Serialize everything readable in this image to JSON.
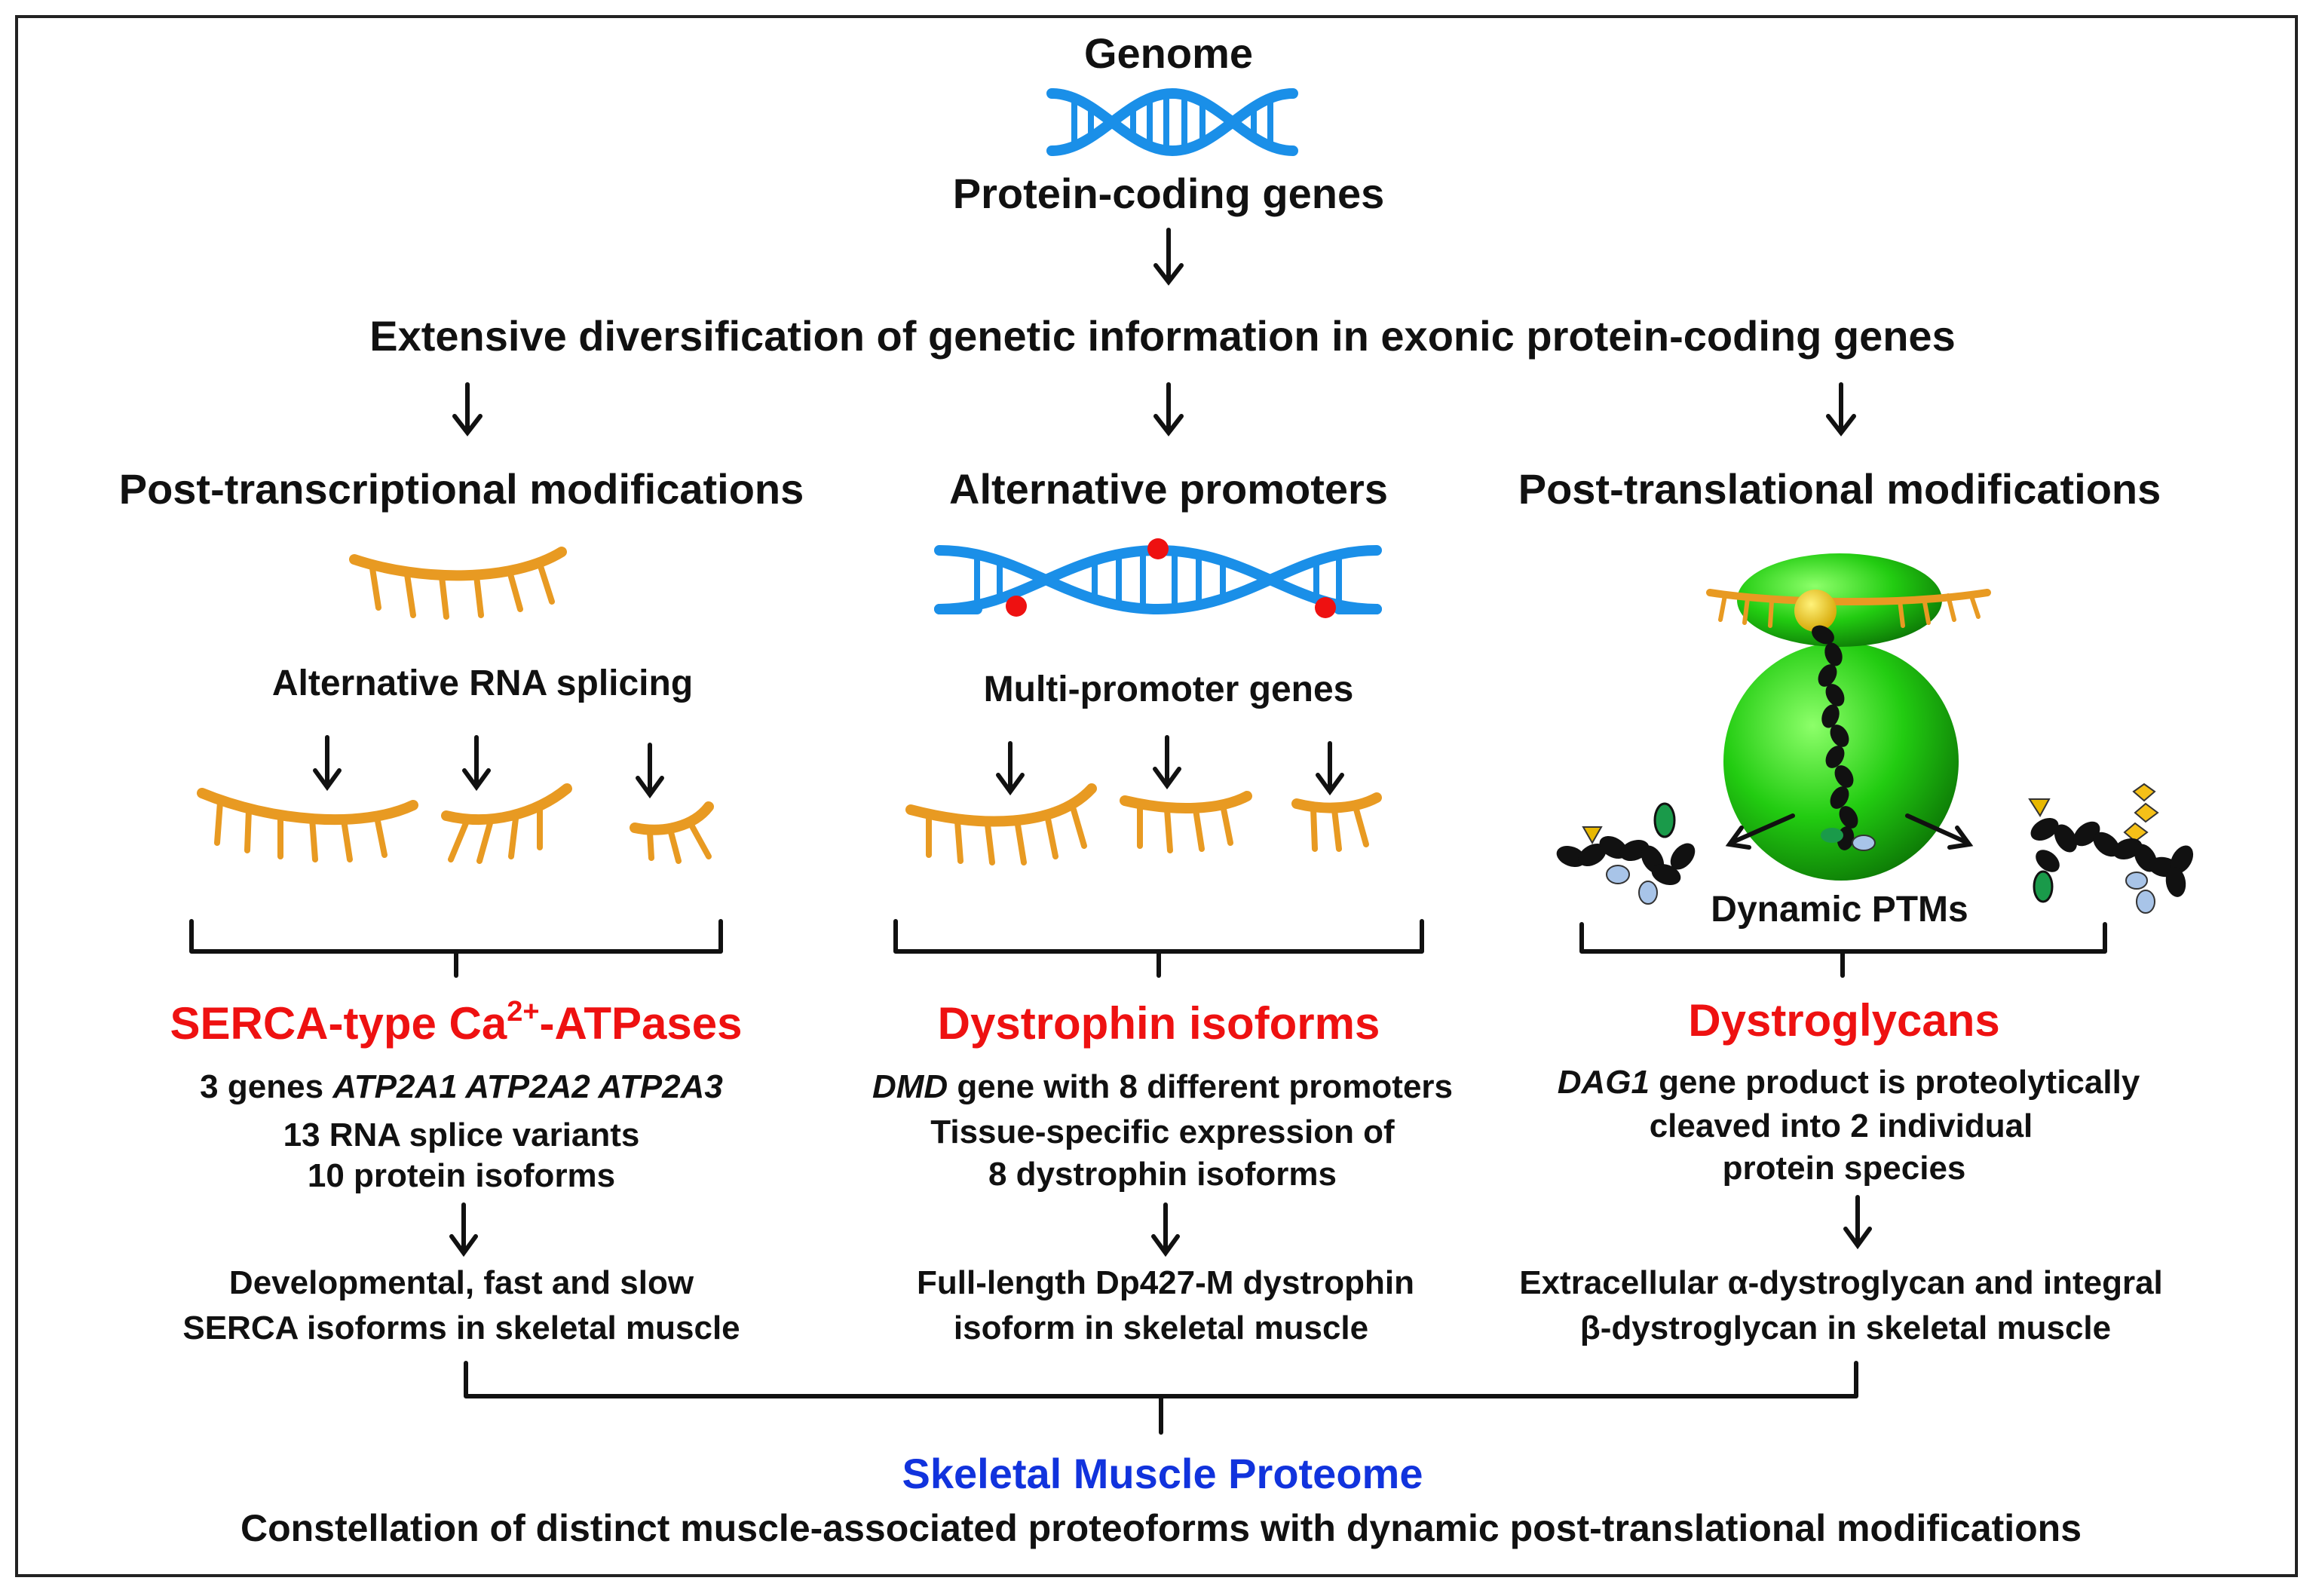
{
  "colors": {
    "dna": "#1a8fe8",
    "rna": "#e89a22",
    "red_title": "#ee1111",
    "blue_title": "#1133dd",
    "ribosome": "#22cc11",
    "promoter_dot": "#ee1111",
    "text": "#111111"
  },
  "top": {
    "genome": "Genome",
    "protein_coding": "Protein-coding genes",
    "diversification": "Extensive diversification of genetic information in exonic protein-coding genes"
  },
  "columns": {
    "left": {
      "heading": "Post-transcriptional modifications",
      "process": "Alternative RNA splicing",
      "title_pre": "SERCA-type Ca",
      "title_sup": "2+",
      "title_post": "-ATPases",
      "line1_pre": "3 genes ",
      "line1_italic": "ATP2A1 ATP2A2 ATP2A3",
      "line2": "13 RNA splice variants",
      "line3": "10 protein isoforms",
      "result1": "Developmental, fast and slow",
      "result2": "SERCA isoforms in skeletal muscle"
    },
    "middle": {
      "heading": "Alternative promoters",
      "process": "Multi-promoter genes",
      "title": "Dystrophin isoforms",
      "line1_italic": "DMD",
      "line1_post": " gene with 8 different promoters",
      "line2": "Tissue-specific expression of",
      "line3": "8 dystrophin isoforms",
      "result1": "Full-length Dp427-M dystrophin",
      "result2": "isoform in skeletal muscle"
    },
    "right": {
      "heading": "Post-translational modifications",
      "process": "Dynamic PTMs",
      "title": "Dystroglycans",
      "line1_italic": "DAG1",
      "line1_post": " gene product is proteolytically",
      "line2": "cleaved into 2 individual",
      "line3": "protein species",
      "result1": "Extracellular α-dystroglycan and integral",
      "result2": "β-dystroglycan in skeletal muscle"
    }
  },
  "bottom": {
    "title": "Skeletal Muscle Proteome",
    "subtitle": "Constellation of distinct muscle-associated proteoforms with dynamic post-translational modifications"
  },
  "icons": {
    "genome_dna": "dna-helix-icon",
    "promoter_dna": "dna-with-promoters-icon",
    "mrna": "mrna-strand-icon",
    "ribosome": "ribosome-translation-icon",
    "protein": "modified-protein-icon"
  }
}
